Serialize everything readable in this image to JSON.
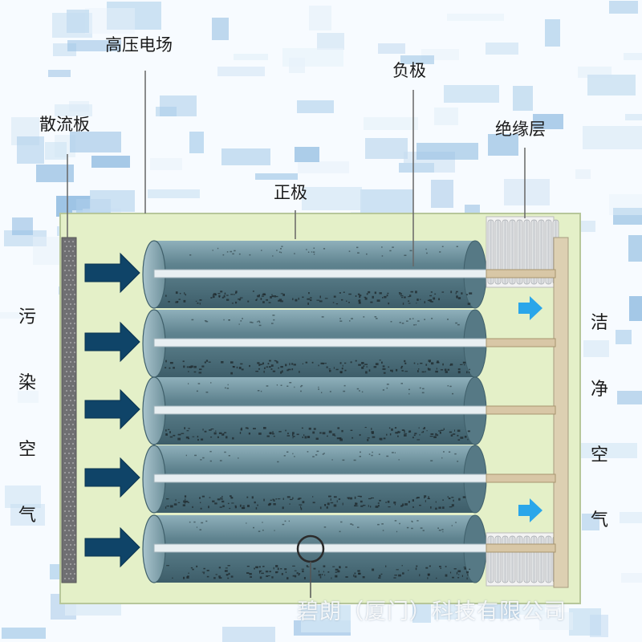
{
  "labels": {
    "high_voltage_field": "高压电场",
    "diffuser_plate": "散流板",
    "negative_electrode": "负极",
    "insulation_layer": "绝缘层",
    "positive_electrode": "正极"
  },
  "side_text": {
    "polluted_air": [
      "污",
      "染",
      "空",
      "气"
    ],
    "clean_air": [
      "洁",
      "净",
      "空",
      "气"
    ]
  },
  "watermark": "碧朗（厦门）科技有限公司",
  "colors": {
    "panel": "#e4f0c8",
    "tube": "#5a7c88",
    "arrow_in": "#0f4468",
    "arrow_out": "#2aa6ea",
    "insulator": "#ddd0b2"
  }
}
